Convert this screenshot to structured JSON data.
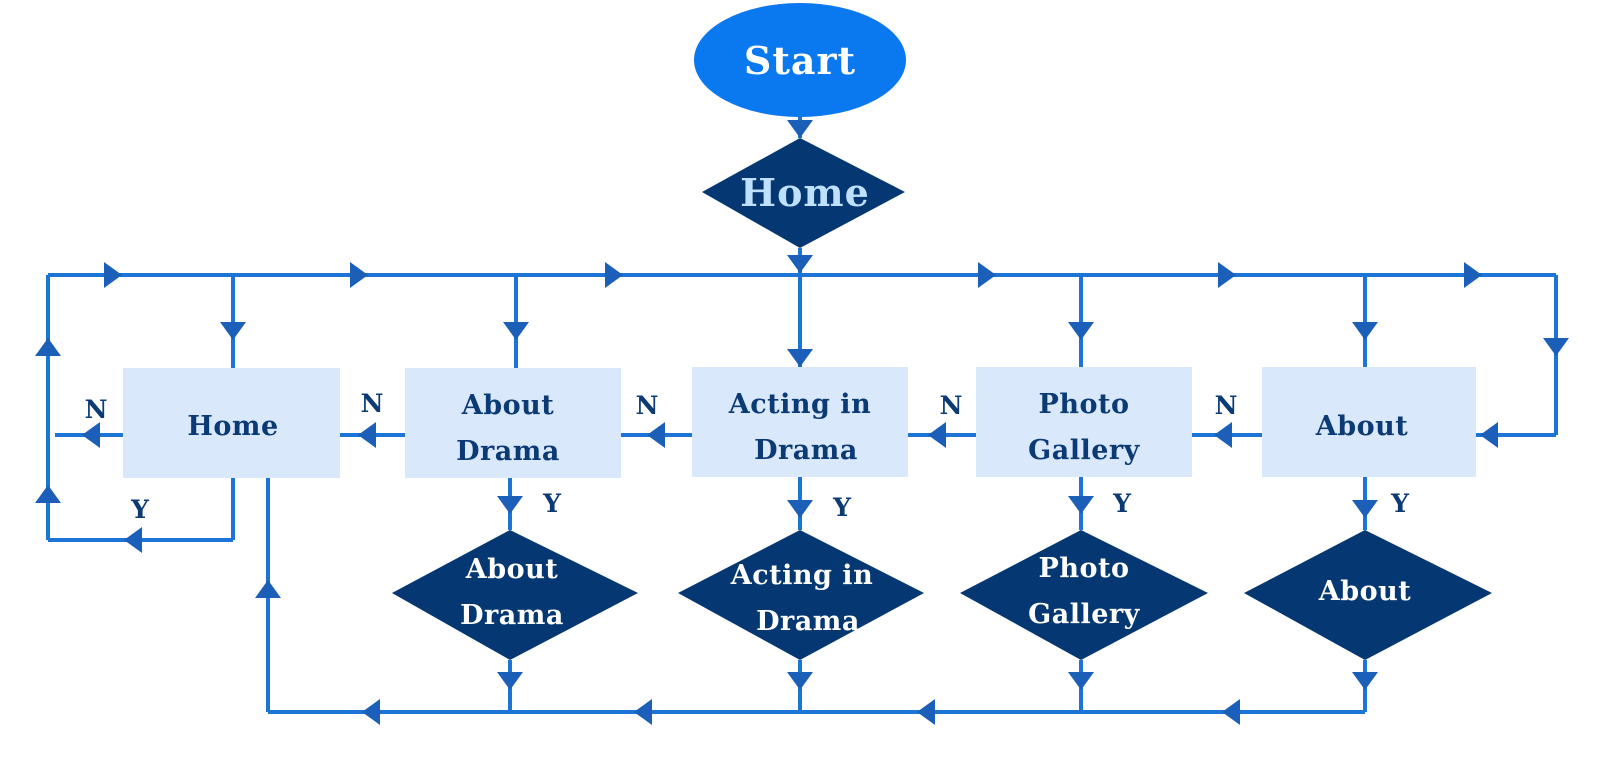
{
  "colors": {
    "start_fill": "#0a78ef",
    "decision_fill": "#053872",
    "box_fill": "#d9e9fb",
    "line": "#1b74d6",
    "arrow": "#1b5fb8",
    "box_text": "#0b3a75",
    "home_decision_text": "#bfe0ff"
  },
  "start": {
    "label": "Start"
  },
  "home_decision": {
    "label": "Home"
  },
  "pages": [
    {
      "key": "home",
      "lines": [
        "Home"
      ]
    },
    {
      "key": "about-drama",
      "lines": [
        "About",
        "Drama"
      ]
    },
    {
      "key": "acting-in-drama",
      "lines": [
        "Acting in",
        "Drama"
      ]
    },
    {
      "key": "photo-gallery",
      "lines": [
        "Photo",
        "Gallery"
      ]
    },
    {
      "key": "about",
      "lines": [
        "About"
      ]
    }
  ],
  "decisions": [
    {
      "key": "about-drama",
      "lines": [
        "About",
        "Drama"
      ]
    },
    {
      "key": "acting-in-drama",
      "lines": [
        "Acting in",
        "Drama"
      ]
    },
    {
      "key": "photo-gallery",
      "lines": [
        "Photo",
        "Gallery"
      ]
    },
    {
      "key": "about",
      "lines": [
        "About"
      ]
    }
  ],
  "branch_labels": {
    "yes": "Y",
    "no": "N"
  }
}
